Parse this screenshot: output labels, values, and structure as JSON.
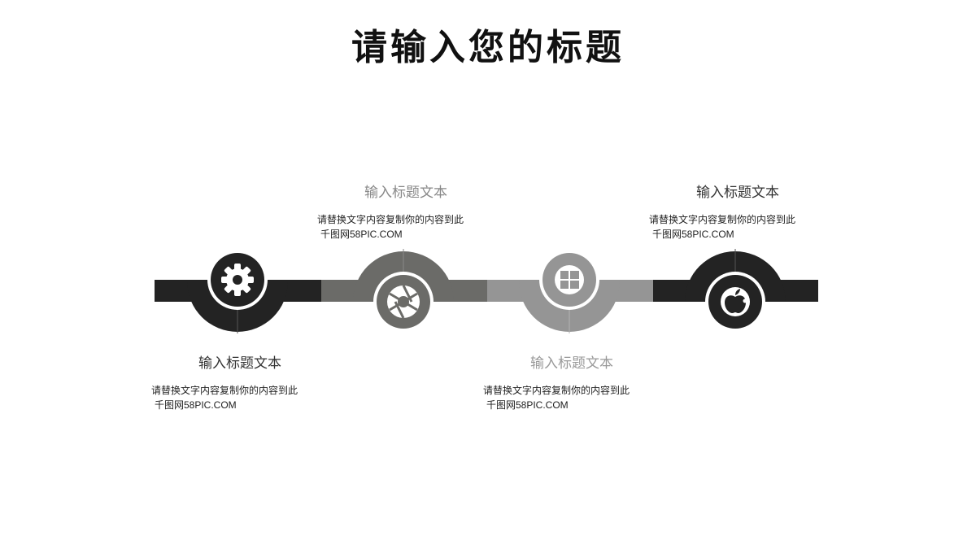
{
  "title": "请输入您的标题",
  "steps": [
    {
      "heading": "输入标题文本",
      "line1": "请替换文字内容复制你的内容到此",
      "line2": "千图网58PIC.COM",
      "color": "#232323",
      "heading_color": "#333333",
      "icon": "gear-icon"
    },
    {
      "heading": "输入标题文本",
      "line1": "请替换文字内容复制你的内容到此",
      "line2": "千图网58PIC.COM",
      "color": "#6b6b68",
      "heading_color": "#888888",
      "icon": "aperture-icon"
    },
    {
      "heading": "输入标题文本",
      "line1": "请替换文字内容复制你的内容到此",
      "line2": "千图网58PIC.COM",
      "color": "#959595",
      "heading_color": "#999999",
      "icon": "windows-icon"
    },
    {
      "heading": "输入标题文本",
      "line1": "请替换文字内容复制你的内容到此",
      "line2": "千图网58PIC.COM",
      "color": "#232323",
      "heading_color": "#333333",
      "icon": "apple-icon"
    }
  ]
}
